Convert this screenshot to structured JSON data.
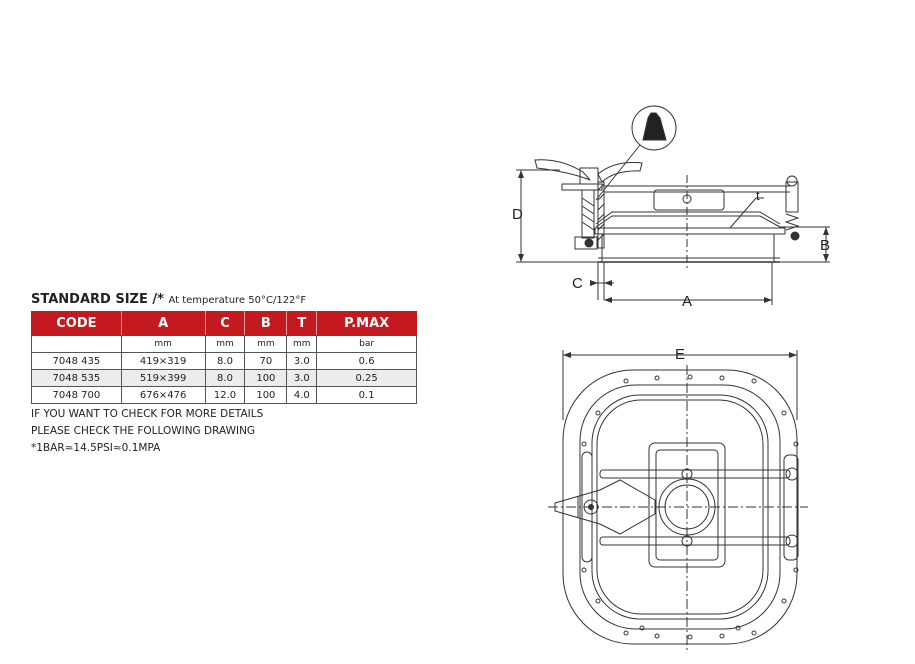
{
  "heading": {
    "title": "STANDARD SIZE /*",
    "subtitle": "At temperature 50°C/122°F"
  },
  "table": {
    "headers": [
      "CODE",
      "A",
      "C",
      "B",
      "T",
      "P.MAX"
    ],
    "units": [
      "",
      "mm",
      "mm",
      "mm",
      "mm",
      "bar"
    ],
    "rows": [
      [
        "7048 435",
        "419×319",
        "8.0",
        "70",
        "3.0",
        "0.6"
      ],
      [
        "7048 535",
        "519×399",
        "8.0",
        "100",
        "3.0",
        "0.25"
      ],
      [
        "7048 700",
        "676×476",
        "12.0",
        "100",
        "4.0",
        "0.1"
      ]
    ]
  },
  "notes": [
    "IF YOU WANT TO CHECK FOR MORE DETAILS",
    "PLEASE CHECK THE FOLLOWING DRAWING",
    "*1BAR≈14.5PSI≈0.1MPA"
  ],
  "drawing_labels": {
    "d": "D",
    "b": "B",
    "c": "C",
    "a": "A",
    "e": "E",
    "t": "t"
  },
  "colors": {
    "header_red": "#c41a1f",
    "row_shade": "#ececec",
    "line": "#333333"
  }
}
